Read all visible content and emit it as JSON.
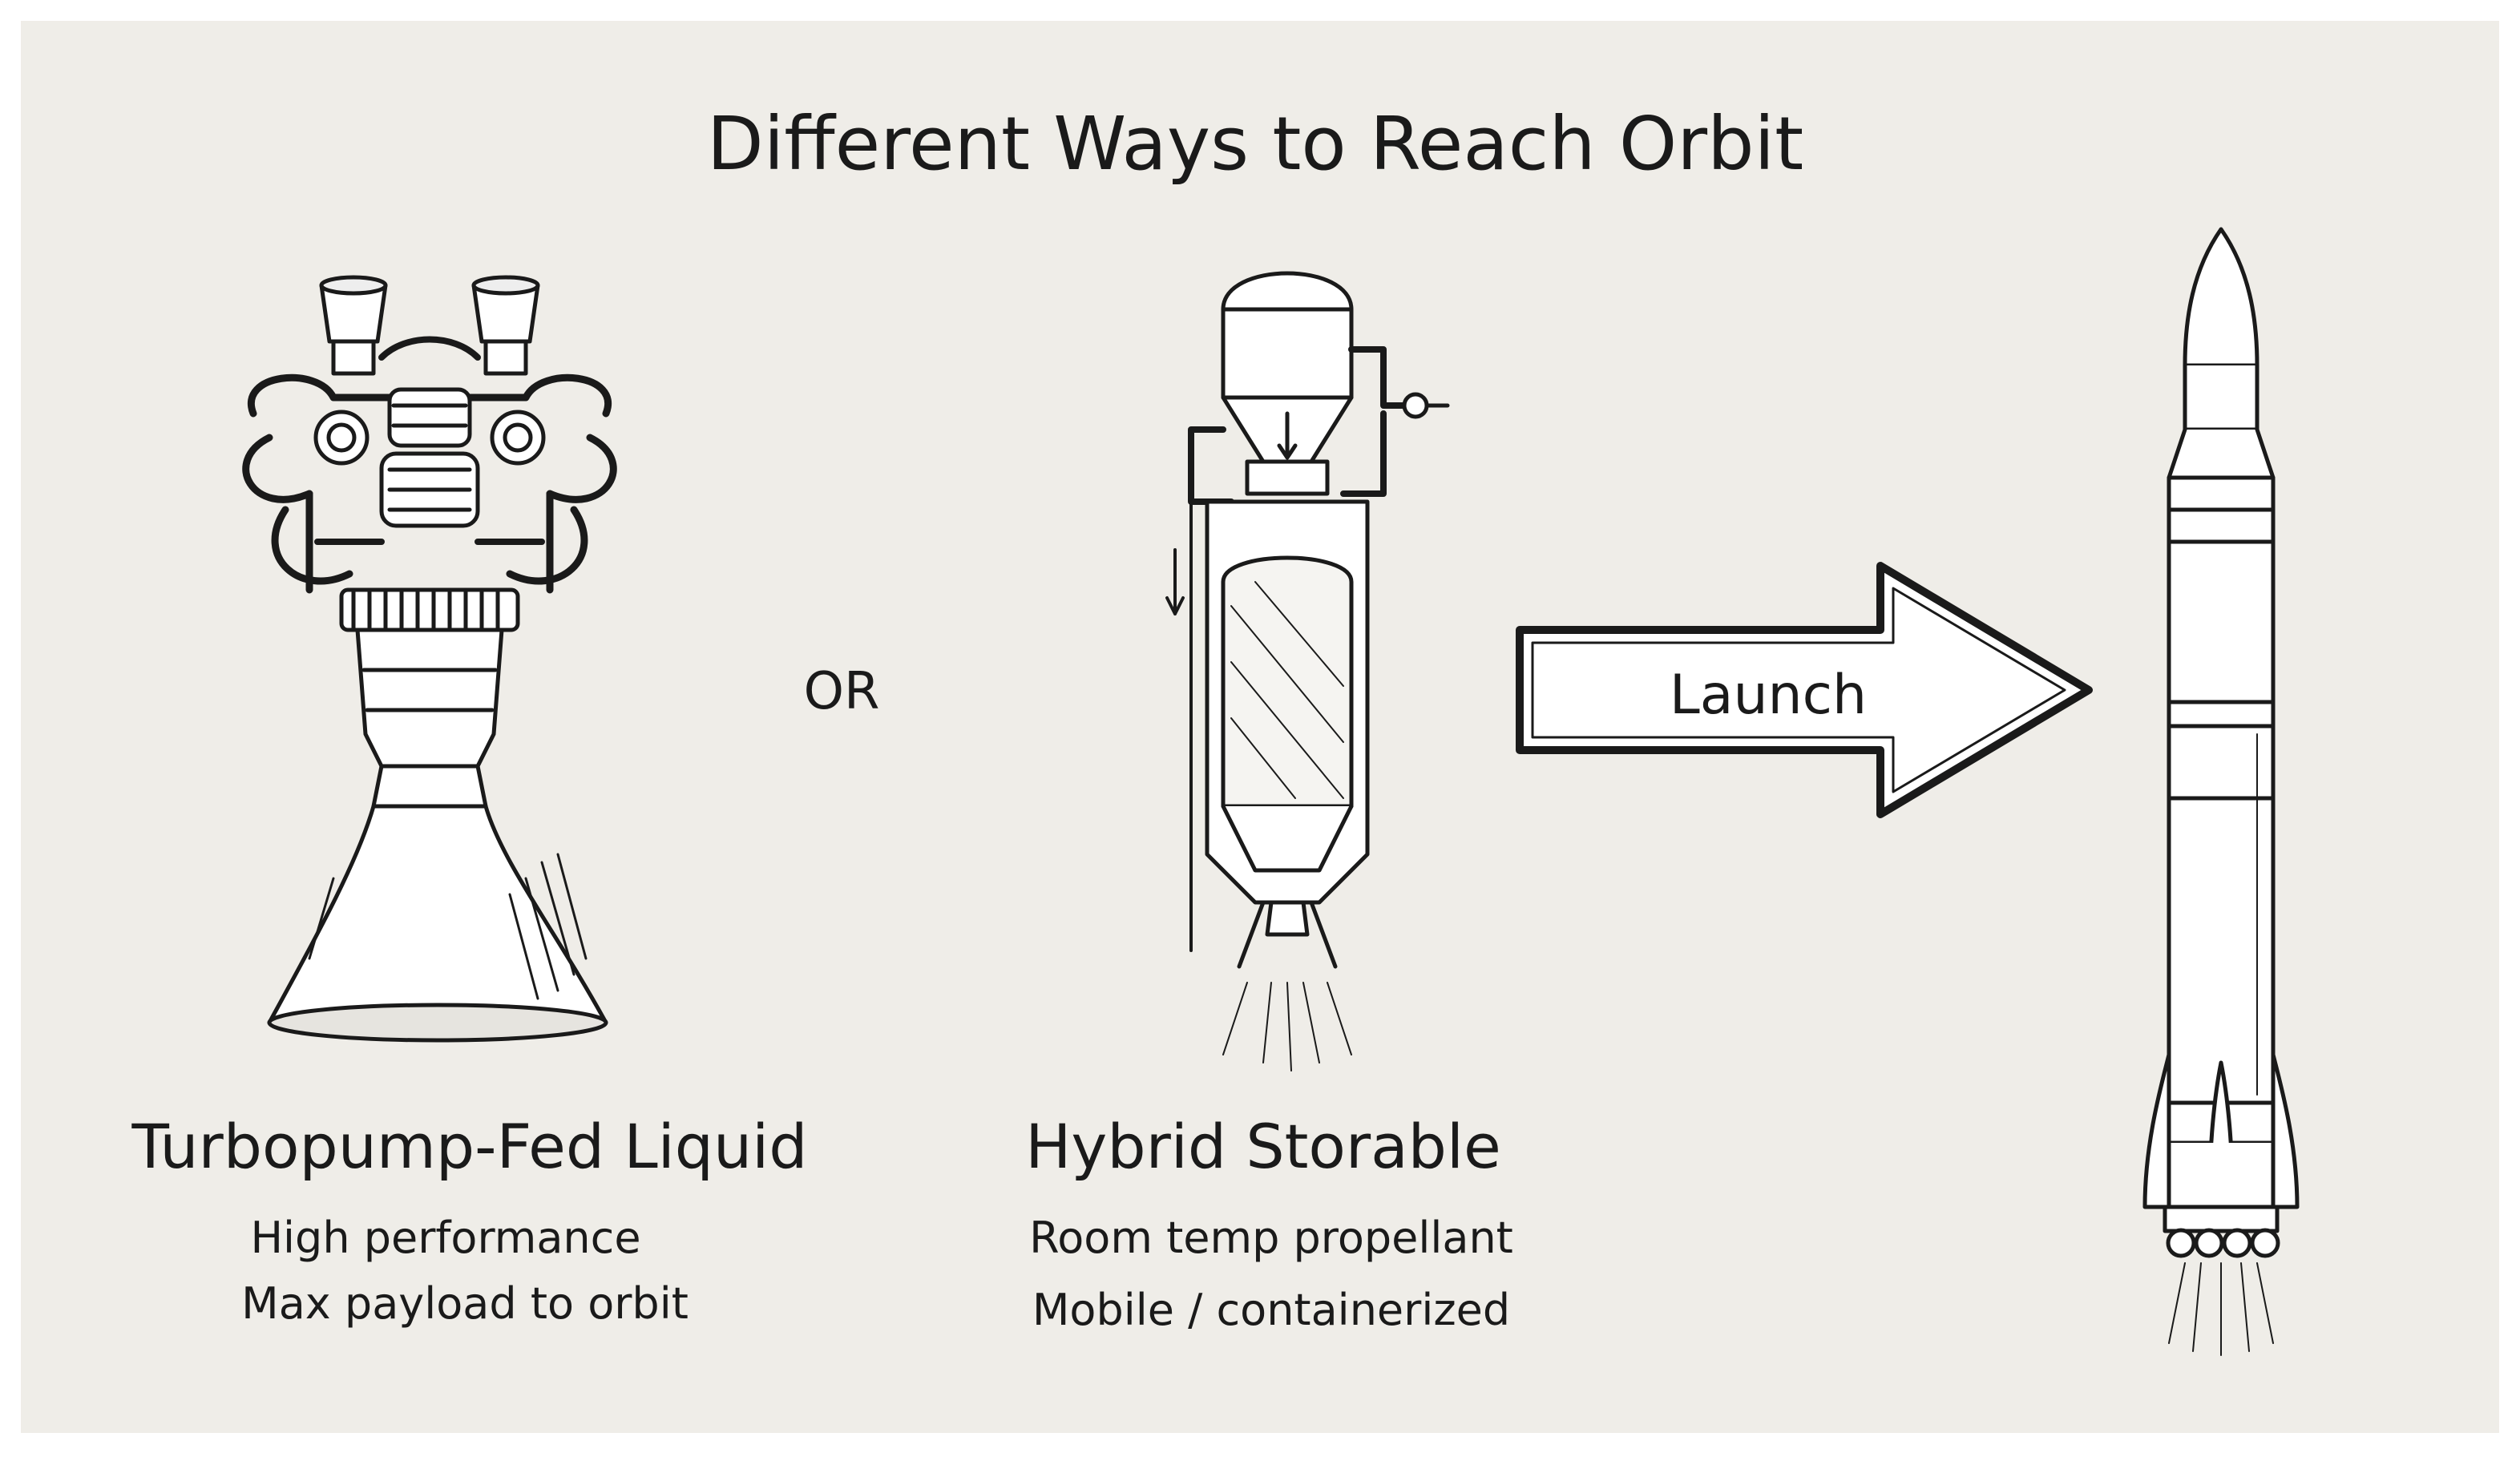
{
  "title": "Different Ways to Reach Orbit",
  "connector_or": "OR",
  "arrow_label": "Launch",
  "options": [
    {
      "title": "Turbopump-Fed Liquid",
      "lines": [
        "High performance",
        "Max payload to orbit"
      ],
      "icon": "turbopump-engine-icon"
    },
    {
      "title": "Hybrid Storable",
      "lines": [
        "Room temp propellant",
        "Mobile / containerized"
      ],
      "icon": "hybrid-motor-icon"
    }
  ],
  "result_icon": "launch-vehicle-icon",
  "colors": {
    "background": "#efede8",
    "ink": "#1a1a1a"
  }
}
